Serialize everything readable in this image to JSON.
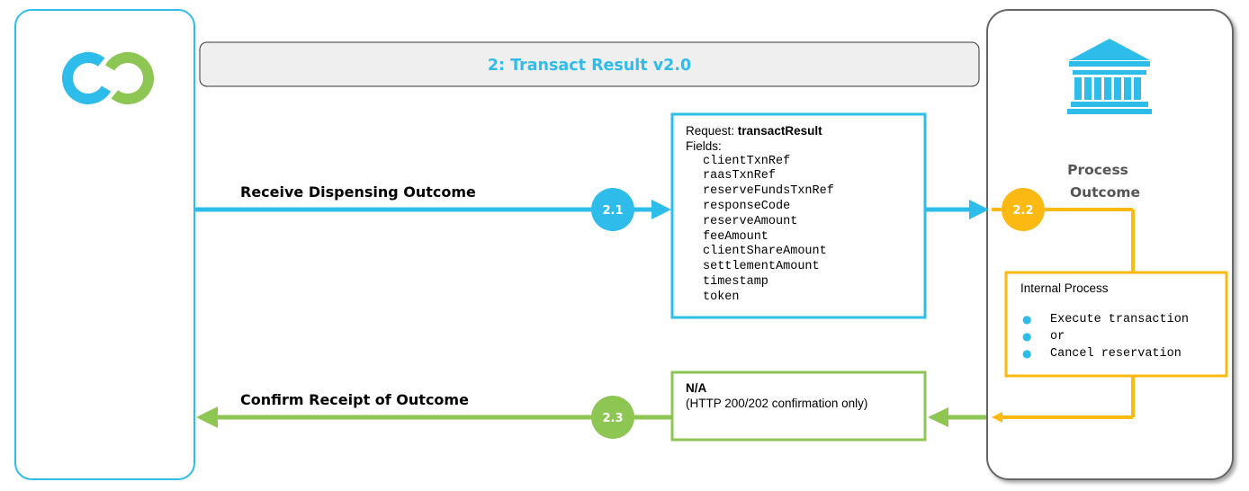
{
  "title": "2: Transact Result v2.0",
  "colors": {
    "blue": "#2EBDEA",
    "green": "#8DC653",
    "orange": "#FBB912",
    "blue_dark": "#1FA6D9",
    "green_dark": "#6FA83A",
    "gray_border": "#555555",
    "banner_fill": "#EFEFEF"
  },
  "left_actor": {
    "logo_icon": "linked-rings-logo"
  },
  "right_actor": {
    "bank_icon": "bank-building-icon",
    "label_line1": "Process",
    "label_line2": "Outcome"
  },
  "flow": {
    "receive_label": "Receive Dispensing Outcome",
    "confirm_label": "Confirm Receipt of Outcome",
    "step_2_1": "2.1",
    "step_2_2": "2.2",
    "step_2_3": "2.3"
  },
  "request_box": {
    "prefix": "Request: ",
    "name": "transactResult",
    "fields_label": "Fields:",
    "fields": [
      "clientTxnRef",
      "raasTxnRef",
      "reserveFundsTxnRef",
      "responseCode",
      "reserveAmount",
      "feeAmount",
      "clientShareAmount",
      "settlementAmount",
      "timestamp",
      "token"
    ]
  },
  "internal_process": {
    "title": "Internal Process",
    "items": [
      "Execute transaction",
      "or",
      "Cancel reservation"
    ]
  },
  "response_box": {
    "line1": "N/A",
    "line2": "(HTTP 200/202 confirmation only)"
  }
}
